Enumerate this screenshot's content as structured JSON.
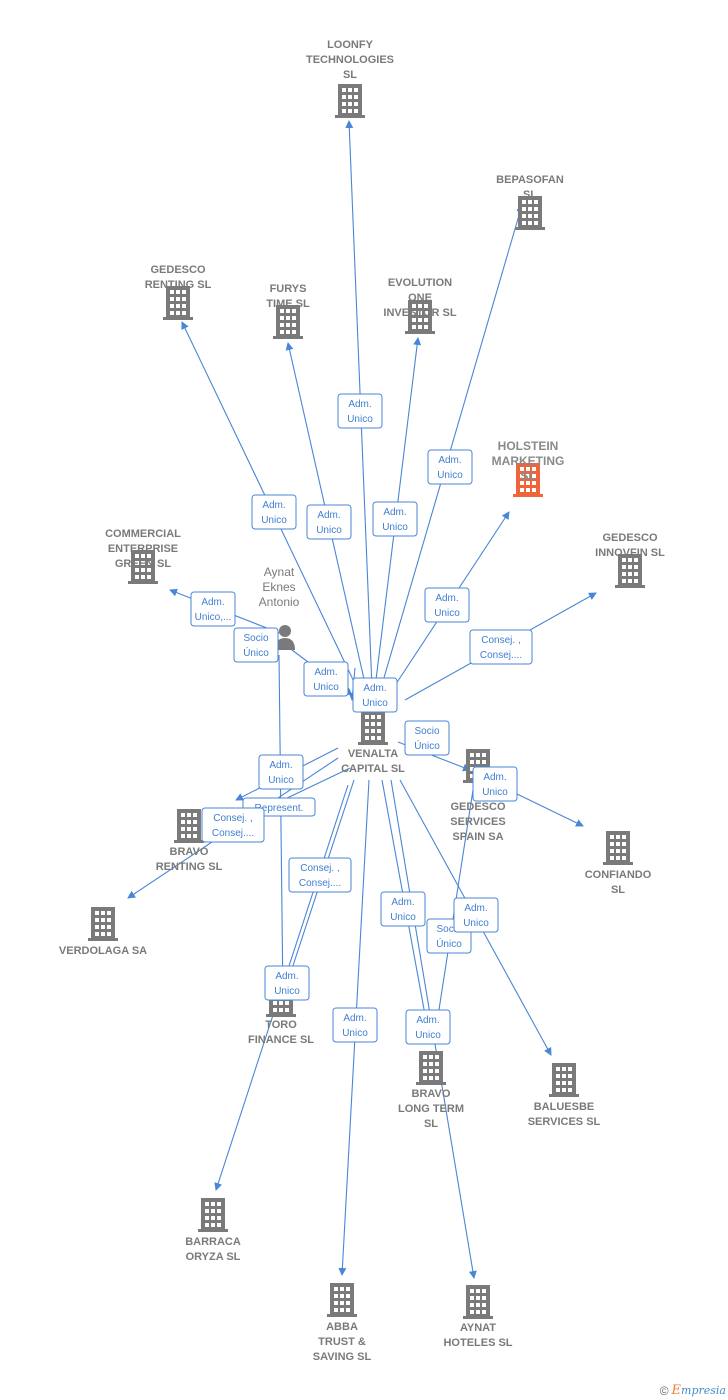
{
  "colors": {
    "edge": "#4a86d6",
    "node": "#7a7a7a",
    "focus_node": "#f0643c"
  },
  "center": {
    "id": "venalta",
    "name": "VENALTA CAPITAL SL",
    "lines": [
      "VENALTA",
      "CAPITAL  SL"
    ]
  },
  "person": {
    "name": "Aynat Eknes Antonio",
    "lines": [
      "Aynat",
      "Eknes",
      "Antonio"
    ]
  },
  "nodes": [
    {
      "id": "loonfy",
      "lines": [
        "LOONFY",
        "TECHNOLOGIES",
        "SL"
      ]
    },
    {
      "id": "bepasofan",
      "lines": [
        "BEPASOFAN",
        "SL"
      ]
    },
    {
      "id": "gedesco_renting",
      "lines": [
        "GEDESCO",
        "RENTING  SL"
      ]
    },
    {
      "id": "furys",
      "lines": [
        "FURYS",
        "TIME SL"
      ]
    },
    {
      "id": "evolution",
      "lines": [
        "EVOLUTION",
        "ONE",
        "INVESTOR  SL"
      ]
    },
    {
      "id": "holstein",
      "lines": [
        "HOLSTEIN",
        "MARKETING",
        "SL"
      ],
      "focus": true
    },
    {
      "id": "commercial",
      "lines": [
        "COMMERCIAL",
        "ENTERPRISE",
        "GREEN SL"
      ]
    },
    {
      "id": "gedesco_innovfin",
      "lines": [
        "GEDESCO",
        "INNOVFIN  SL"
      ]
    },
    {
      "id": "gedesco_services",
      "lines": [
        "GEDESCO",
        "SERVICES",
        "SPAIN SA"
      ]
    },
    {
      "id": "confiando",
      "lines": [
        "CONFIANDO",
        "SL"
      ]
    },
    {
      "id": "bravo_renting",
      "lines": [
        "BRAVO",
        "RENTING  SL"
      ]
    },
    {
      "id": "verdolaga",
      "lines": [
        "VERDOLAGA SA"
      ]
    },
    {
      "id": "toro",
      "lines": [
        "TORO",
        "FINANCE  SL"
      ]
    },
    {
      "id": "bravo_long",
      "lines": [
        "BRAVO",
        "LONG TERM",
        "SL"
      ]
    },
    {
      "id": "baluesbe",
      "lines": [
        "BALUESBE",
        "SERVICES  SL"
      ]
    },
    {
      "id": "barraca",
      "lines": [
        "BARRACA",
        "ORYZA  SL"
      ]
    },
    {
      "id": "abba",
      "lines": [
        "ABBA",
        "TRUST &",
        "SAVING  SL"
      ]
    },
    {
      "id": "aynat_hoteles",
      "lines": [
        "AYNAT",
        "HOTELES  SL"
      ]
    }
  ],
  "edges": [
    {
      "target": "loonfy",
      "lines": [
        "Adm.",
        "Unico"
      ]
    },
    {
      "target": "bepasofan",
      "lines": [
        "Adm.",
        "Unico"
      ]
    },
    {
      "target": "gedesco_renting",
      "lines": [
        "Adm.",
        "Unico"
      ]
    },
    {
      "target": "furys",
      "lines": [
        "Adm.",
        "Unico"
      ]
    },
    {
      "target": "evolution",
      "lines": [
        "Adm.",
        "Unico"
      ]
    },
    {
      "target": "holstein",
      "lines": [
        "Adm.",
        "Unico"
      ]
    },
    {
      "target": "gedesco_innovfin",
      "lines": [
        "Consej. ,",
        "Consej...."
      ]
    },
    {
      "target": "commercial",
      "lines": [
        "Adm.",
        "Unico,..."
      ]
    },
    {
      "target": "venalta",
      "lines": [
        "Adm.",
        "Unico"
      ]
    },
    {
      "target": "person_center",
      "lines": [
        "Adm.",
        "Unico"
      ]
    },
    {
      "target": "person_bravo",
      "lines": [
        "Socio",
        "Único"
      ]
    },
    {
      "target": "gedesco_services",
      "lines": [
        "Socio",
        "Único"
      ]
    },
    {
      "target": "confiando",
      "lines": [
        "Adm.",
        "Unico"
      ]
    },
    {
      "target": "bravo_renting",
      "lines": [
        "Adm.",
        "Unico"
      ]
    },
    {
      "target": "verdolaga",
      "lines": [
        "Represent."
      ]
    },
    {
      "target": "verdolaga_b",
      "lines": [
        "Consej. ,",
        "Consej...."
      ]
    },
    {
      "target": "toro",
      "lines": [
        "Consej. ,",
        "Consej...."
      ]
    },
    {
      "target": "barraca",
      "lines": [
        "Adm.",
        "Unico"
      ]
    },
    {
      "target": "bravo_long",
      "lines": [
        "Adm.",
        "Unico"
      ]
    },
    {
      "target": "bravo_long_b",
      "lines": [
        "Socio",
        "Único"
      ]
    },
    {
      "target": "baluesbe",
      "lines": [
        "Adm.",
        "Unico"
      ]
    },
    {
      "target": "abba",
      "lines": [
        "Adm.",
        "Unico"
      ]
    },
    {
      "target": "aynat_hoteles",
      "lines": [
        "Adm.",
        "Unico"
      ]
    }
  ],
  "footer": {
    "copyright": "©",
    "brand_initial": "E",
    "brand_rest": "mpresia"
  }
}
